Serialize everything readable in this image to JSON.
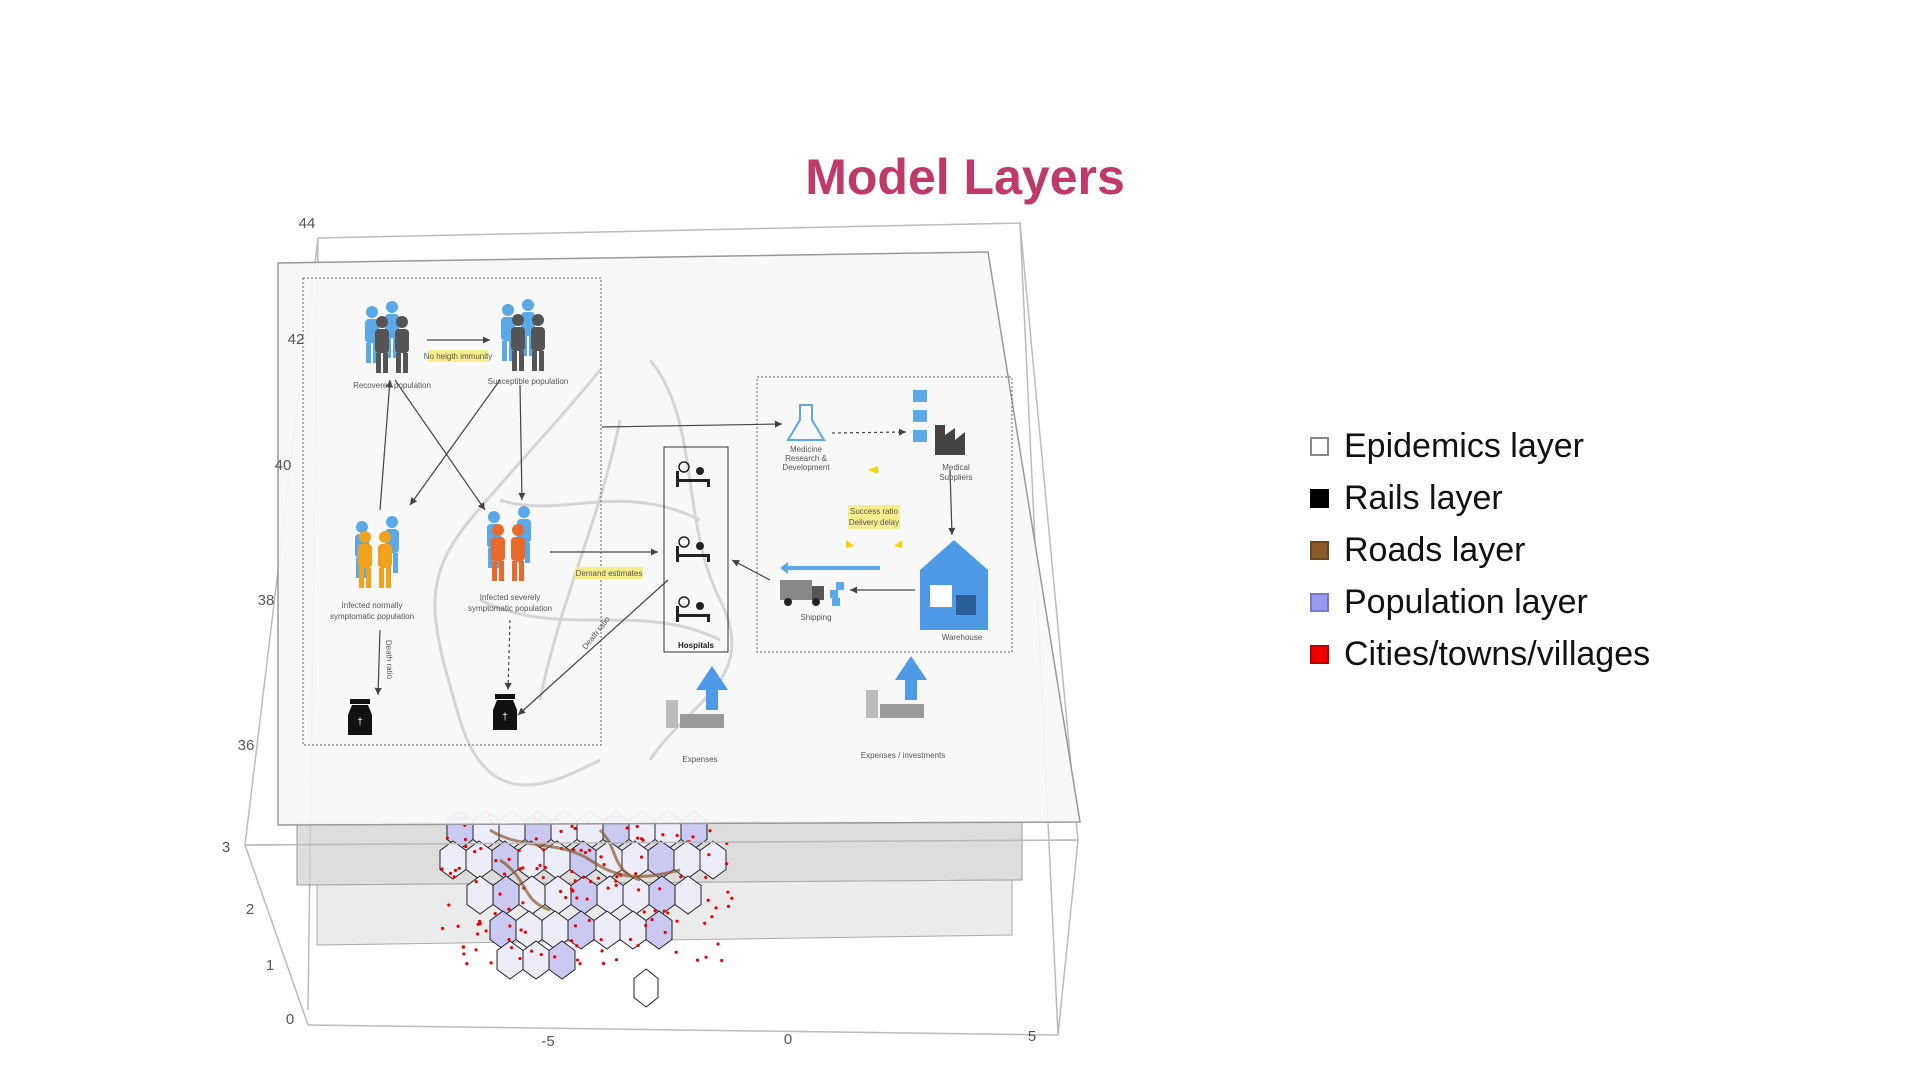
{
  "slide": {
    "title": "Model Layers"
  },
  "axes": {
    "y_ticks": [
      "44",
      "42",
      "40",
      "38",
      "36"
    ],
    "z_ticks": [
      "3",
      "2",
      "1",
      "0"
    ],
    "x_ticks": [
      "-5",
      "0",
      "5"
    ]
  },
  "diagram": {
    "nodes": {
      "recovered": "Recovered population",
      "susceptible": "Susceptible population",
      "no_immunity": "No heigth immunity",
      "infected_normal_1": "Infected normally",
      "infected_normal_2": "symptomatic population",
      "infected_severe_1": "Infected severely",
      "infected_severe_2": "symptomatic population",
      "death_ratio_1": "Death ratio",
      "death_ratio_2": "Death ratio",
      "demand": "Demand estimates",
      "hospitals": "Hospitals",
      "expenses": "Expenses",
      "research_1": "Medicine",
      "research_2": "Research &",
      "research_3": "Development",
      "suppliers_1": "Medical",
      "suppliers_2": "Suppliers",
      "success_1": "Success ratio",
      "success_2": "Delivery delay",
      "shipping": "Shipping",
      "warehouse": "Warehouse",
      "expenses_investments": "Expenses / investments"
    }
  },
  "legend": {
    "items": [
      {
        "label": "Epidemics layer",
        "color": "#ffffff",
        "border": "#888888"
      },
      {
        "label": "Rails layer",
        "color": "#000000",
        "border": "#000000"
      },
      {
        "label": "Roads layer",
        "color": "#8b5a2b",
        "border": "#6b4420"
      },
      {
        "label": "Population layer",
        "color": "#9999ee",
        "border": "#7777cc"
      },
      {
        "label": "Cities/towns/villages",
        "color": "#ee0000",
        "border": "#bb0000"
      }
    ]
  }
}
